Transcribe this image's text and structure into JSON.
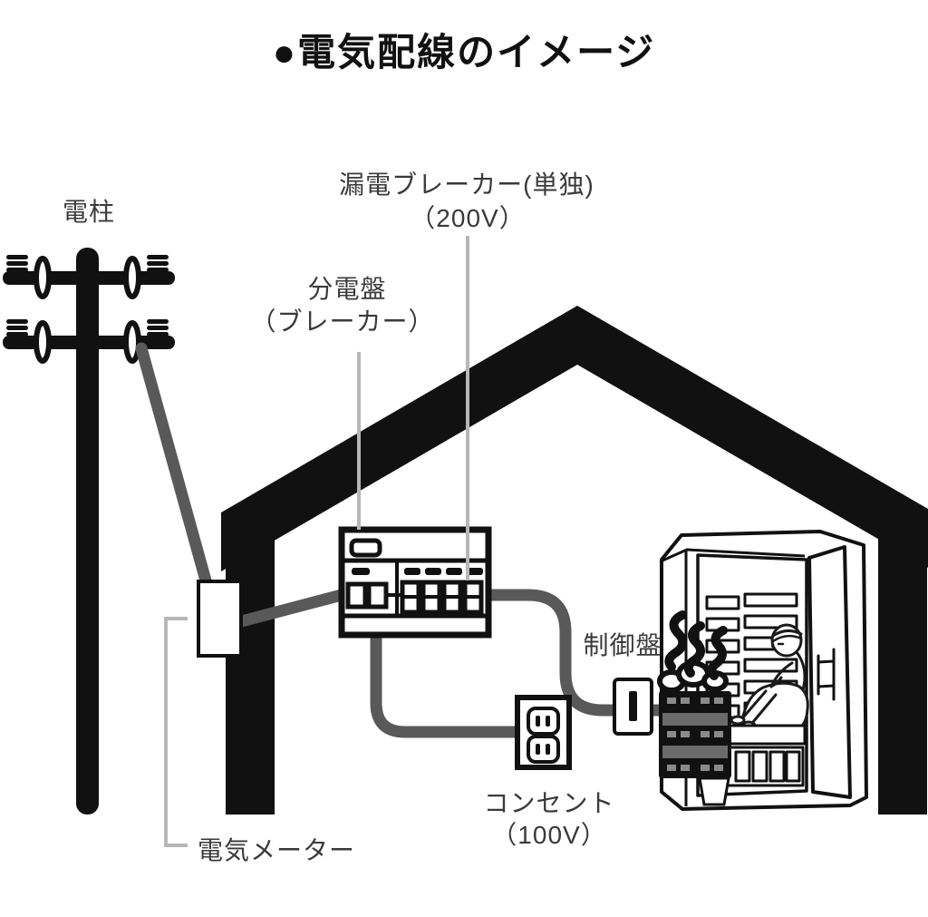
{
  "title": "●電気配線のイメージ",
  "labels": {
    "pole": "電柱",
    "leakage_breaker": {
      "line1": "漏電ブレーカー(単独)",
      "line2": "（200V）"
    },
    "distribution_board": {
      "line1": "分電盤",
      "line2": "（ブレーカー）"
    },
    "control_panel": "制御盤",
    "outlet": {
      "line1": "コンセント",
      "line2": "（100V）"
    },
    "electric_meter": "電気メーター"
  },
  "colors": {
    "ink": "#111111",
    "text": "#3a3a3a",
    "wire": "#595959",
    "callout": "#b7b7b7",
    "heater_stripe": "#6a6a6a",
    "heater_dash": "#8a8a8a"
  }
}
